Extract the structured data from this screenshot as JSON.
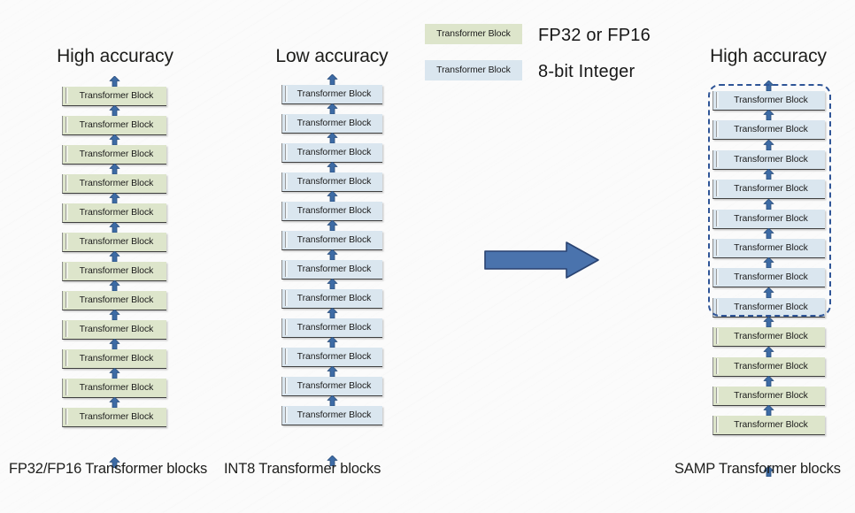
{
  "figure": {
    "block_label": "Transformer Block",
    "colors": {
      "fp_block": "#dde5cb",
      "int8_block": "#dae6ef",
      "arrow": "#4a73ad",
      "dashed_box": "#2f5597",
      "background": "#fbfbfb",
      "text": "#1d1d1b"
    }
  },
  "legend": {
    "items": [
      {
        "swatch_label": "Transformer Block",
        "description": "FP32  or  FP16",
        "color": "#dde5cb",
        "kind": "fp"
      },
      {
        "swatch_label": "Transformer Block",
        "description": "8-bit Integer",
        "color": "#dae6ef",
        "kind": "int8"
      }
    ]
  },
  "columns": [
    {
      "id": "fp-column",
      "title": "High accuracy",
      "caption": "FP32/FP16 Transformer blocks",
      "block_count": 12,
      "blocks": [
        {
          "label": "Transformer Block",
          "kind": "fp"
        },
        {
          "label": "Transformer Block",
          "kind": "fp"
        },
        {
          "label": "Transformer Block",
          "kind": "fp"
        },
        {
          "label": "Transformer Block",
          "kind": "fp"
        },
        {
          "label": "Transformer Block",
          "kind": "fp"
        },
        {
          "label": "Transformer Block",
          "kind": "fp"
        },
        {
          "label": "Transformer Block",
          "kind": "fp"
        },
        {
          "label": "Transformer Block",
          "kind": "fp"
        },
        {
          "label": "Transformer Block",
          "kind": "fp"
        },
        {
          "label": "Transformer Block",
          "kind": "fp"
        },
        {
          "label": "Transformer Block",
          "kind": "fp"
        },
        {
          "label": "Transformer Block",
          "kind": "fp"
        }
      ]
    },
    {
      "id": "int8-column",
      "title": "Low accuracy",
      "caption": "INT8 Transformer blocks",
      "block_count": 12,
      "blocks": [
        {
          "label": "Transformer Block",
          "kind": "int8"
        },
        {
          "label": "Transformer Block",
          "kind": "int8"
        },
        {
          "label": "Transformer Block",
          "kind": "int8"
        },
        {
          "label": "Transformer Block",
          "kind": "int8"
        },
        {
          "label": "Transformer Block",
          "kind": "int8"
        },
        {
          "label": "Transformer Block",
          "kind": "int8"
        },
        {
          "label": "Transformer Block",
          "kind": "int8"
        },
        {
          "label": "Transformer Block",
          "kind": "int8"
        },
        {
          "label": "Transformer Block",
          "kind": "int8"
        },
        {
          "label": "Transformer Block",
          "kind": "int8"
        },
        {
          "label": "Transformer Block",
          "kind": "int8"
        },
        {
          "label": "Transformer Block",
          "kind": "int8"
        }
      ]
    },
    {
      "id": "samp-column",
      "title": "High accuracy",
      "caption": "SAMP Transformer blocks",
      "block_count": 12,
      "grouped_block_count": 8,
      "blocks": [
        {
          "label": "Transformer Block",
          "kind": "int8"
        },
        {
          "label": "Transformer Block",
          "kind": "int8"
        },
        {
          "label": "Transformer Block",
          "kind": "int8"
        },
        {
          "label": "Transformer Block",
          "kind": "int8"
        },
        {
          "label": "Transformer Block",
          "kind": "int8"
        },
        {
          "label": "Transformer Block",
          "kind": "int8"
        },
        {
          "label": "Transformer Block",
          "kind": "int8"
        },
        {
          "label": "Transformer Block",
          "kind": "int8"
        },
        {
          "label": "Transformer Block",
          "kind": "fp"
        },
        {
          "label": "Transformer Block",
          "kind": "fp"
        },
        {
          "label": "Transformer Block",
          "kind": "fp"
        },
        {
          "label": "Transformer Block",
          "kind": "fp"
        }
      ]
    }
  ]
}
